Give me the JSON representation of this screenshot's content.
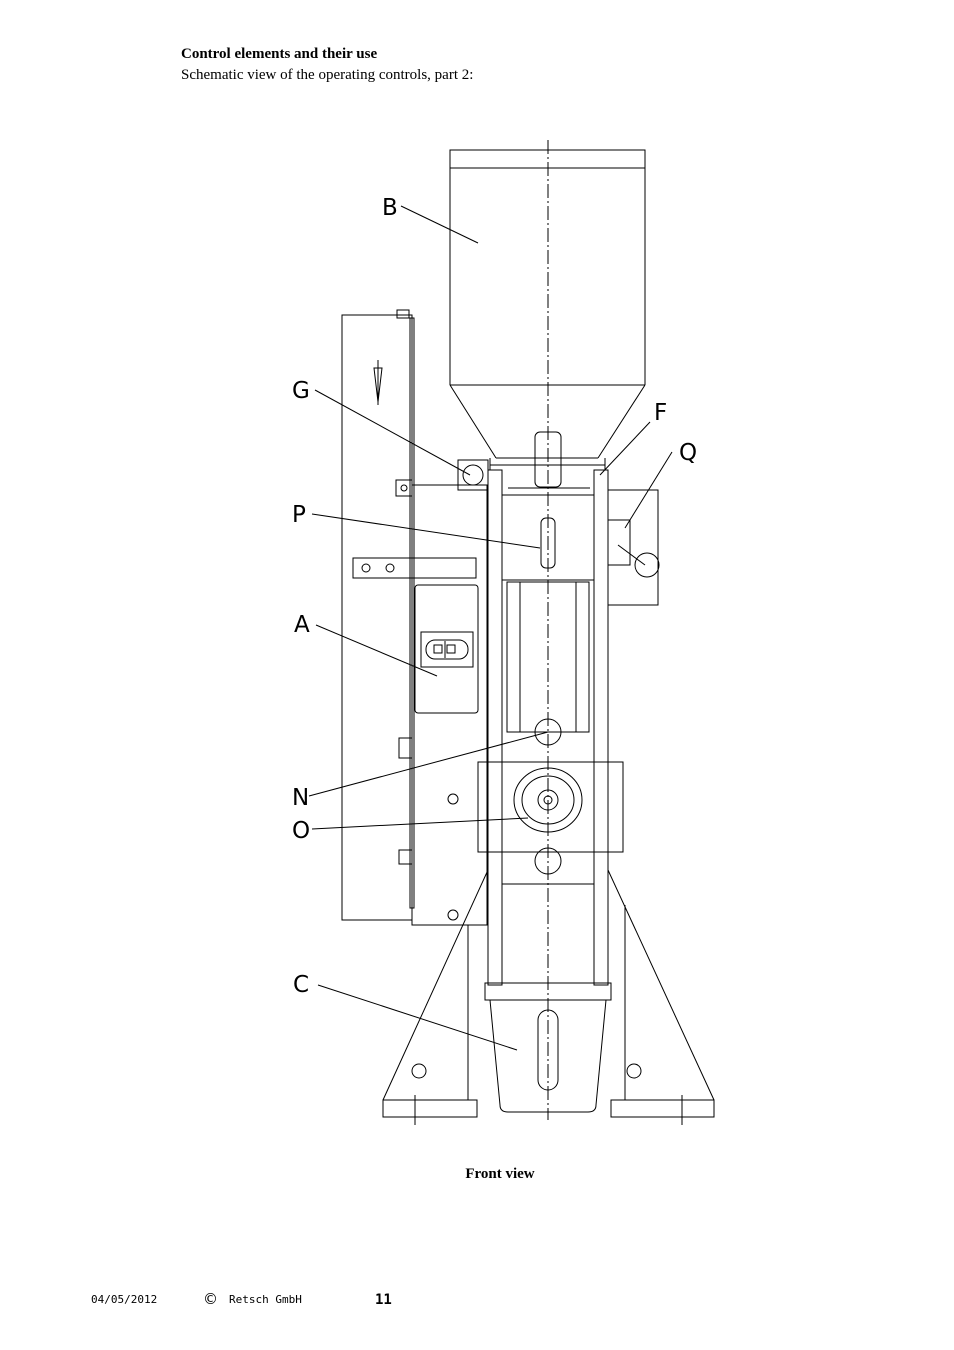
{
  "section": {
    "title": "Control elements and their use",
    "subtitle": "Schematic view of the operating controls, part 2:"
  },
  "figure": {
    "caption": "Front view",
    "labels": {
      "B": "B",
      "G": "G",
      "F": "F",
      "Q": "Q",
      "P": "P",
      "A": "A",
      "N": "N",
      "O": "O",
      "C": "C"
    }
  },
  "footer": {
    "date": "04/05/2012",
    "copyright": "©",
    "company": "Retsch GmbH",
    "page": "11"
  }
}
